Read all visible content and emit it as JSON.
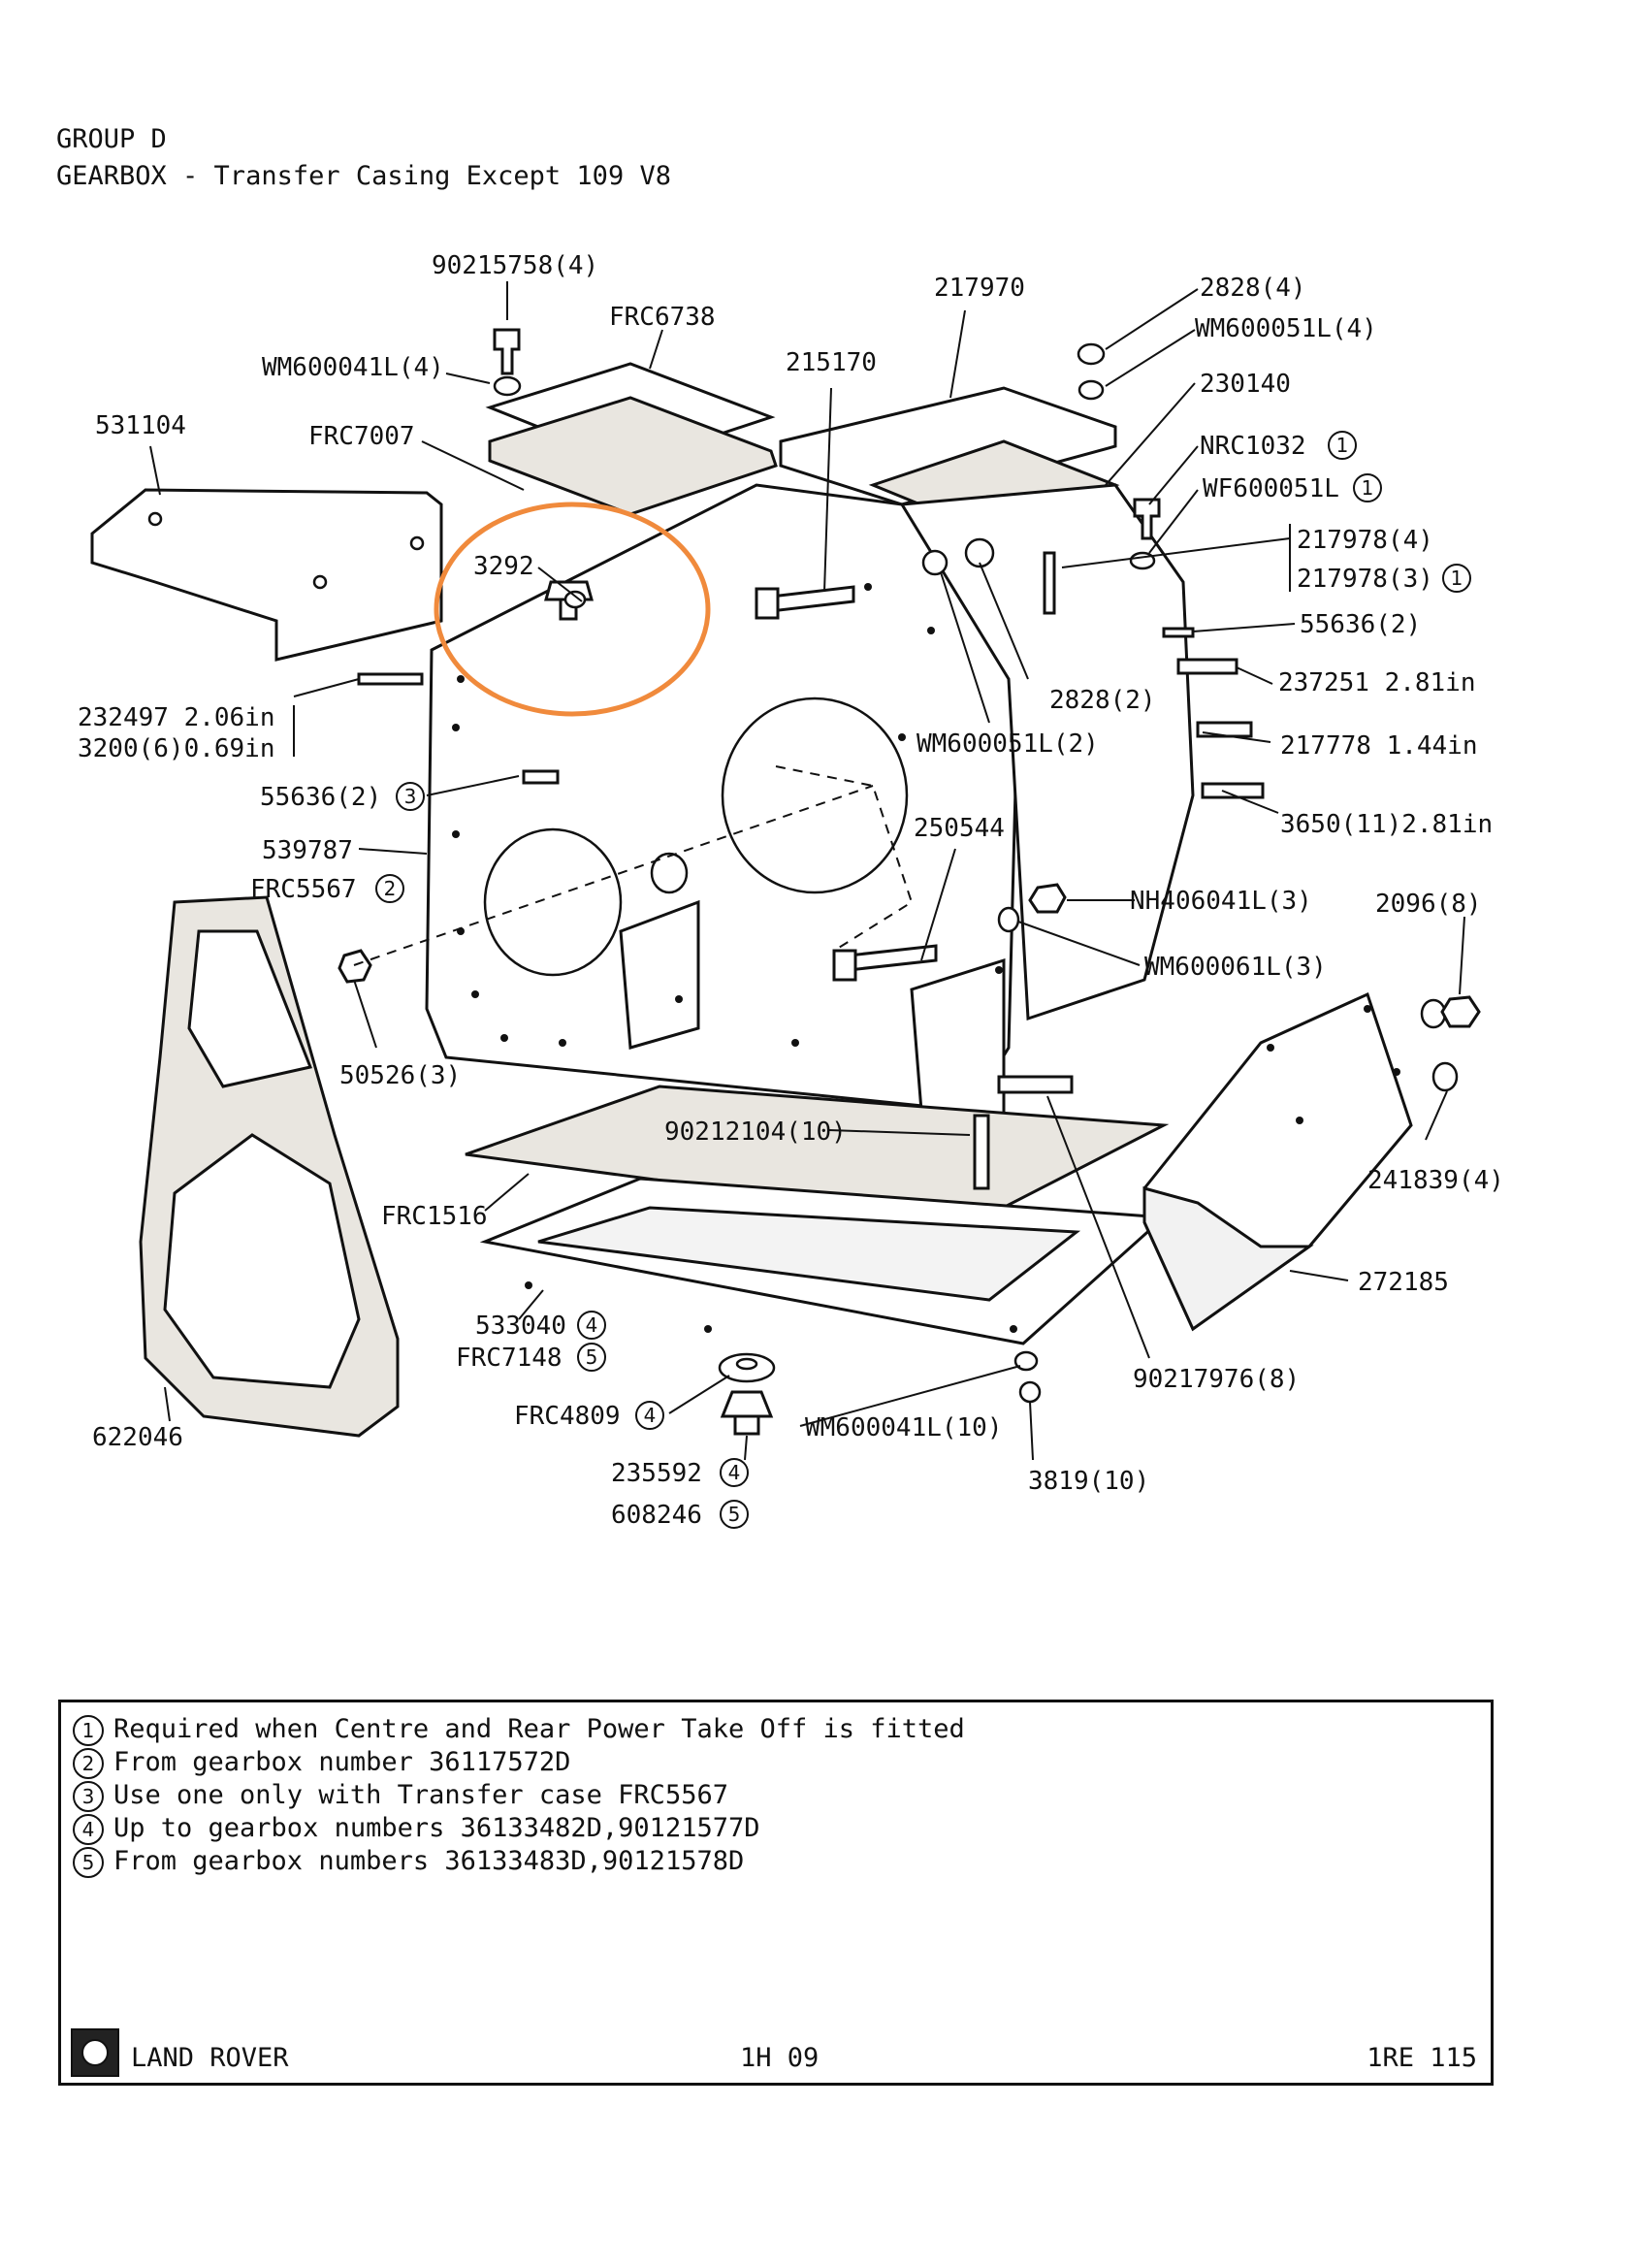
{
  "header": {
    "group": "GROUP D",
    "title": "GEARBOX - Transfer Casing Except 109 V8"
  },
  "highlight_color": "#f08a3c",
  "parts": [
    {
      "label": "90215758(4)"
    },
    {
      "label": "FRC6738"
    },
    {
      "label": "217970"
    },
    {
      "label": "2828(4)"
    },
    {
      "label": "WM600051L(4)"
    },
    {
      "label": "WM600041L(4)"
    },
    {
      "label": "215170"
    },
    {
      "label": "230140"
    },
    {
      "label": "531104"
    },
    {
      "label": "FRC7007"
    },
    {
      "label": "NRC1032",
      "note": "1"
    },
    {
      "label": "WF600051L",
      "note": "1"
    },
    {
      "label": "217978(4)"
    },
    {
      "label": "217978(3)",
      "note": "1"
    },
    {
      "label": "3292"
    },
    {
      "label": "55636(2)"
    },
    {
      "label": "237251 2.81in"
    },
    {
      "label": "2828(2)"
    },
    {
      "label": "232497 2.06in"
    },
    {
      "label": "3200(6)0.69in"
    },
    {
      "label": "WM600051L(2)"
    },
    {
      "label": "217778 1.44in"
    },
    {
      "label": "55636(2)",
      "note": "3"
    },
    {
      "label": "3650(11)2.81in"
    },
    {
      "label": "250544"
    },
    {
      "label": "539787"
    },
    {
      "label": "FRC5567",
      "note": "2"
    },
    {
      "label": "NH406041L(3)"
    },
    {
      "label": "2096(8)"
    },
    {
      "label": "WM600061L(3)"
    },
    {
      "label": "50526(3)"
    },
    {
      "label": "90212104(10)"
    },
    {
      "label": "241839(4)"
    },
    {
      "label": "FRC1516"
    },
    {
      "label": "272185"
    },
    {
      "label": "533040",
      "note": "4"
    },
    {
      "label": "FRC7148",
      "note": "5"
    },
    {
      "label": "90217976(8)"
    },
    {
      "label": "FRC4809",
      "note": "4"
    },
    {
      "label": "WM600041L(10)"
    },
    {
      "label": "622046"
    },
    {
      "label": "235592",
      "note": "4"
    },
    {
      "label": "3819(10)"
    },
    {
      "label": "608246",
      "note": "5"
    }
  ],
  "notes": [
    {
      "num": "1",
      "text": "Required when Centre and Rear Power Take Off is fitted"
    },
    {
      "num": "2",
      "text": "From gearbox number 36117572D"
    },
    {
      "num": "3",
      "text": "Use one only with Transfer case FRC5567"
    },
    {
      "num": "4",
      "text": "Up to gearbox numbers 36133482D,90121577D"
    },
    {
      "num": "5",
      "text": "From gearbox numbers 36133483D,90121578D"
    }
  ],
  "footer": {
    "brand": "LAND ROVER",
    "code": "1H 09",
    "page": "1RE 115"
  }
}
